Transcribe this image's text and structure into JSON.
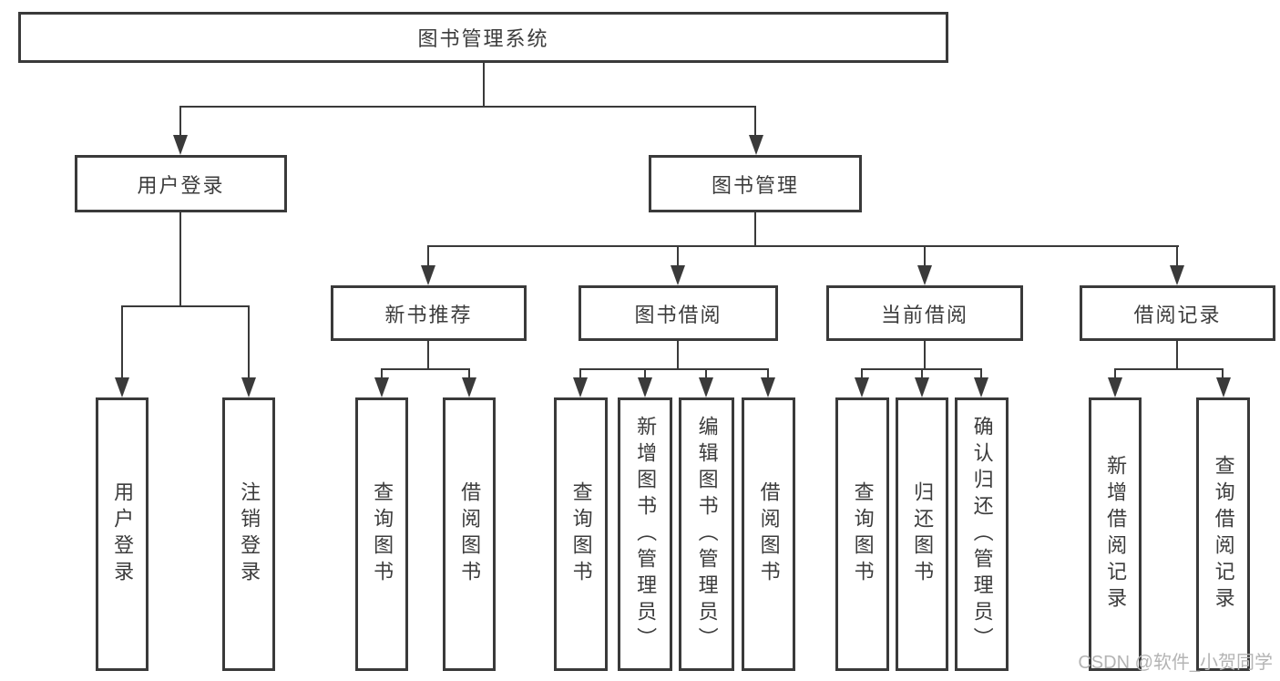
{
  "diagram": {
    "type": "tree",
    "title": "图书管理系统",
    "watermark": "CSDN @软件_小贺同学",
    "colors": {
      "background": "#ffffff",
      "box_border": "#3a3a3a",
      "box_fill": "#ffffff",
      "line": "#3a3a3a",
      "text": "#3c3c3c",
      "watermark": "#b4b4b4"
    }
  },
  "nodes": [
    {
      "id": "root",
      "label": "图书管理系统",
      "parent": null
    },
    {
      "id": "user-login",
      "label": "用户登录",
      "parent": "root"
    },
    {
      "id": "book-mgmt",
      "label": "图书管理",
      "parent": "root"
    },
    {
      "id": "new-book-rec",
      "label": "新书推荐",
      "parent": "book-mgmt"
    },
    {
      "id": "book-borrow",
      "label": "图书借阅",
      "parent": "book-mgmt"
    },
    {
      "id": "current-borrow",
      "label": "当前借阅",
      "parent": "book-mgmt"
    },
    {
      "id": "borrow-records",
      "label": "借阅记录",
      "parent": "book-mgmt"
    },
    {
      "id": "login",
      "label": "用户登录",
      "parent": "user-login"
    },
    {
      "id": "logout",
      "label": "注销登录",
      "parent": "user-login"
    },
    {
      "id": "nbr-query-books",
      "label": "查询图书",
      "parent": "new-book-rec"
    },
    {
      "id": "nbr-borrow-books",
      "label": "借阅图书",
      "parent": "new-book-rec"
    },
    {
      "id": "bb-query-books",
      "label": "查询图书",
      "parent": "book-borrow"
    },
    {
      "id": "bb-add-books",
      "label": "新增图书（管理员）",
      "parent": "book-borrow"
    },
    {
      "id": "bb-edit-books",
      "label": "编辑图书（管理员）",
      "parent": "book-borrow"
    },
    {
      "id": "bb-borrow-books",
      "label": "借阅图书",
      "parent": "book-borrow"
    },
    {
      "id": "cb-query-books",
      "label": "查询图书",
      "parent": "current-borrow"
    },
    {
      "id": "cb-return-books",
      "label": "归还图书",
      "parent": "current-borrow"
    },
    {
      "id": "cb-confirm-return",
      "label": "确认归还（管理员）",
      "parent": "current-borrow"
    },
    {
      "id": "br-add-record",
      "label": "新增借阅记录",
      "parent": "borrow-records"
    },
    {
      "id": "br-query-record",
      "label": "查询借阅记录",
      "parent": "borrow-records"
    }
  ]
}
